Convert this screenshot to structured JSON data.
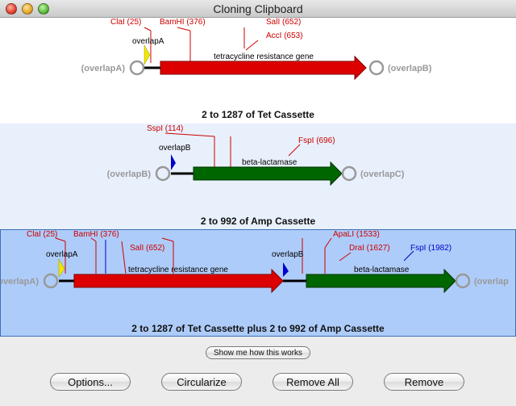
{
  "window": {
    "title": "Cloning Clipboard"
  },
  "panel1": {
    "caption": "2 to 1287 of Tet Cassette",
    "sites": [
      "ClaI (25)",
      "BamHI (376)",
      "SalI (652)",
      "AccI (653)"
    ],
    "primer_label": "overlapA",
    "gene_label": "tetracycline resistance gene",
    "left_end": "(overlapA)",
    "right_end": "(overlapB)"
  },
  "panel2": {
    "caption": "2 to 992 of Amp Cassette",
    "sites": [
      "SspI (114)",
      "FspI (696)"
    ],
    "primer_label": "overlapB",
    "gene_label": "beta-lactamase",
    "left_end": "(overlapB)",
    "right_end": "(overlapC)"
  },
  "panel3": {
    "caption": "2 to 1287 of Tet Cassette plus 2 to 992 of Amp Cassette",
    "sites": [
      "ClaI (25)",
      "BamHI (376)",
      "SalI (652)",
      "ApaLI (1533)",
      "DraI (1627)",
      "FspI (1982)"
    ],
    "primer_a": "overlapA",
    "primer_b": "overlapB",
    "gene_label_1": "tetracycline resistance gene",
    "gene_label_2": "beta-lactamase",
    "left_end": "overlapA)",
    "right_end": "(overlap"
  },
  "buttons": {
    "help": "Show me how this works",
    "options": "Options...",
    "circularize": "Circularize",
    "remove_all": "Remove All",
    "remove": "Remove"
  },
  "colors": {
    "tet_gene": "#dd0000",
    "amp_gene": "#006600",
    "site_label": "#cc0000",
    "site_label_blue": "#0000cc",
    "primer_a": "#f2e600",
    "primer_b": "#0000cc",
    "end_circle": "#999999",
    "selected_bg": "#aeccf9"
  }
}
